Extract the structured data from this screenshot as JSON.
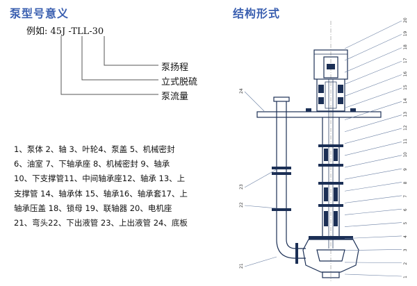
{
  "titles": {
    "model_meaning": "泵型号意义",
    "structure": "结构形式"
  },
  "model_example": "例如: 45J -TLL-30",
  "meanings": [
    "泵扬程",
    "立式脱硫",
    "泵流量"
  ],
  "parts_lines": [
    "1、泵体 2、轴  3、叶轮4、泵盖  5、机械密封",
    "6、油室  7、下轴承座  8、机械密封  9、轴承",
    "10、下支撑管11、中间轴承座12、轴承 13、上",
    "支撑管 14、轴承体 15、轴承16、轴承套17、上",
    "轴承压盖  18、锁母  19、联轴器  20、电机座",
    "21、弯头22、下出液管  23、上出液管 24、底板"
  ],
  "diagram_numbers": {
    "right": [
      "20",
      "19",
      "18",
      "17",
      "16",
      "15",
      "14",
      "13",
      "12",
      "11",
      "10",
      "9",
      "8",
      "7",
      "6",
      "5",
      "4",
      "3",
      "2",
      "1"
    ],
    "left": [
      "24",
      "23",
      "22",
      "21"
    ]
  }
}
